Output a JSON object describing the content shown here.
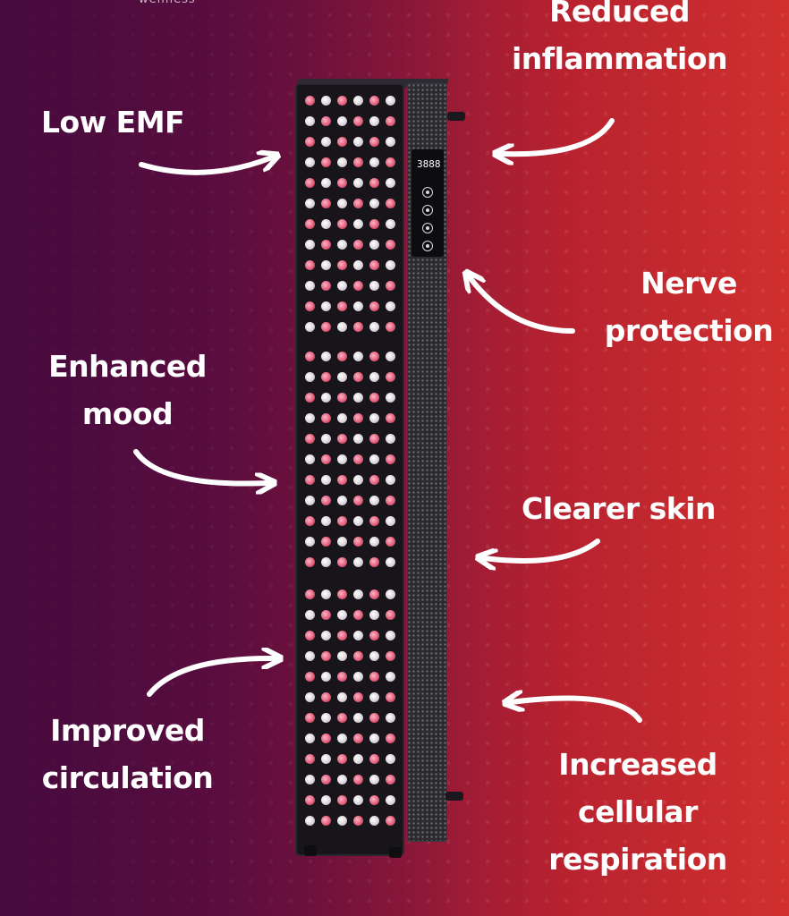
{
  "brand_text": "wellness",
  "device": {
    "display_readout": "3888"
  },
  "benefits": {
    "low_emf": "Low EMF",
    "reduced_inflammation": [
      "Reduced",
      "inflammation"
    ],
    "nerve_protection": [
      "Nerve",
      "protection"
    ],
    "enhanced_mood": [
      "Enhanced",
      "mood"
    ],
    "clearer_skin": "Clearer skin",
    "improved_circulation": [
      "Improved",
      "circulation"
    ],
    "increased_cellular_respiration": [
      "Increased",
      "cellular",
      "respiration"
    ]
  },
  "colors": {
    "background_left": "#4a0b3e",
    "background_right": "#d0302e",
    "led_red": "#e05a78",
    "led_white": "#d8d2d8",
    "text": "#ffffff"
  }
}
